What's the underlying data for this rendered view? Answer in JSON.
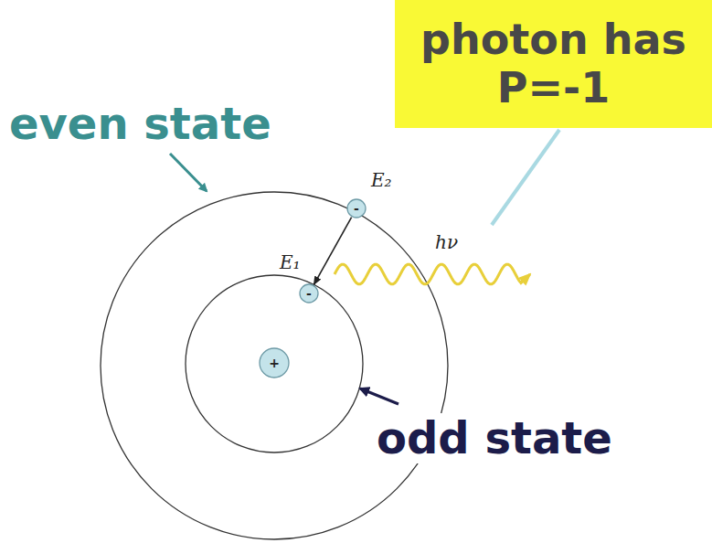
{
  "diagram": {
    "nodes": [
      {
        "text": [
          "photon has P=-1"
        ]
      },
      {
        "text": [
          "-"
        ]
      },
      {
        "text": [
          "-"
        ]
      },
      {
        "text": [
          "+"
        ]
      }
    ],
    "edges": [
      {
        "from": 1,
        "to": 2,
        "arrow": "to"
      }
    ],
    "labels": [
      "even state",
      "E₂",
      "hν",
      "E₁",
      "odd state"
    ]
  }
}
